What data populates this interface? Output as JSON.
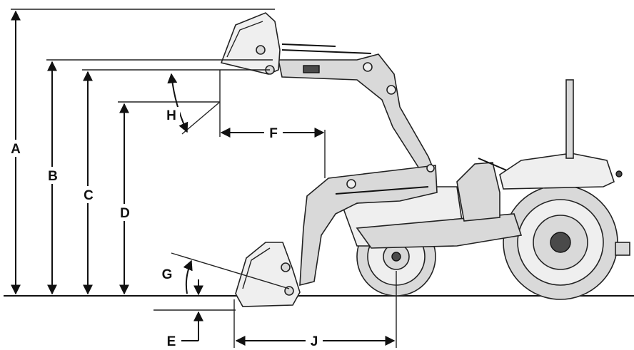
{
  "diagram": {
    "labels": {
      "a": "A",
      "b": "B",
      "c": "C",
      "d": "D",
      "e": "E",
      "f": "F",
      "g": "G",
      "h": "H",
      "j": "J"
    }
  }
}
